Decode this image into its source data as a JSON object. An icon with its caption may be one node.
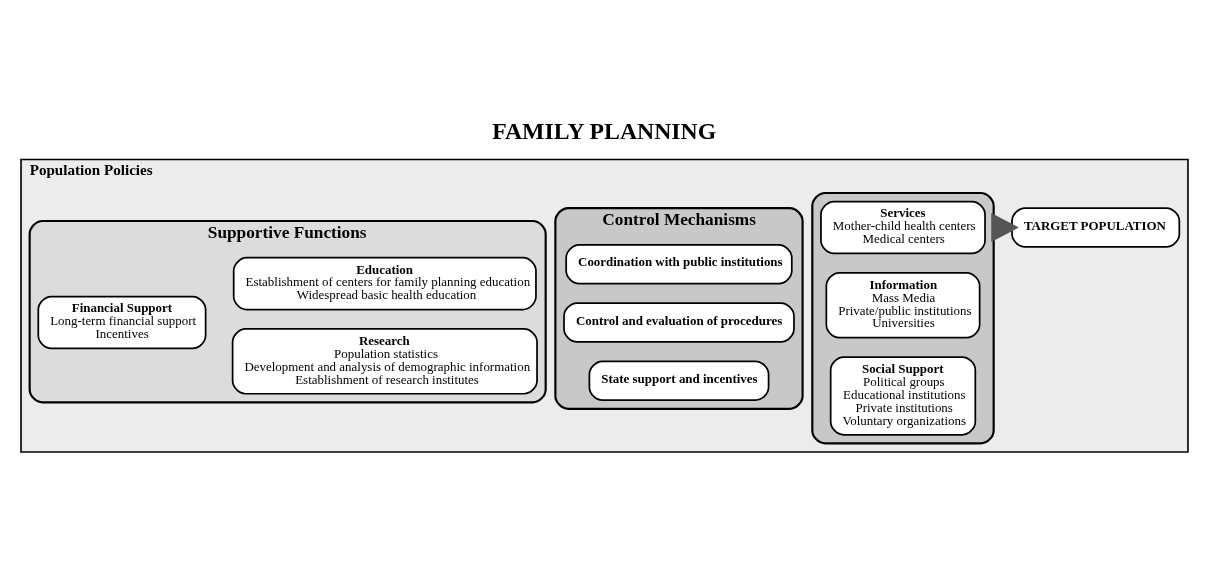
{
  "diagram": {
    "title": "FAMILY PLANNING",
    "nodes": [
      {
        "text": [
          "Population Policies"
        ]
      },
      {
        "text": [
          "Supportive Functions"
        ],
        "in": 0
      },
      {
        "text": [
          "Education",
          "Establishment of centers for family planning education",
          "Widespread basic health education"
        ],
        "in": 1
      },
      {
        "text": [
          "Financial Support",
          "Long-term financial support",
          "Incentives"
        ],
        "in": 1
      },
      {
        "text": [
          "Research",
          "Population statistics",
          "Development and analysis of demographic information",
          "Establishment of research institutes"
        ],
        "in": 1
      },
      {
        "text": [
          "Control Mechanisms"
        ],
        "in": 0
      },
      {
        "text": [
          "Coordination with public institutions"
        ],
        "in": 5
      },
      {
        "text": [
          "Control and evaluation of procedures"
        ],
        "in": 5
      },
      {
        "text": [
          "State support and incentives"
        ],
        "in": 5
      },
      {
        "text": [],
        "shape": "box",
        "in": 0
      },
      {
        "text": [
          "Services",
          "Mother-child health centers",
          "Medical centers"
        ],
        "in": 9
      },
      {
        "text": [
          "Information",
          "Mass Media",
          "Private/public institutions",
          "Universities"
        ],
        "in": 9
      },
      {
        "text": [
          "Social Support",
          "Political groups",
          "Educational institutions",
          "Private institutions",
          "Voluntary organizations"
        ],
        "in": 9
      },
      {
        "text": [
          "TARGET POPULATION"
        ],
        "in": 0
      }
    ],
    "edges": [
      {
        "from": 9,
        "to": 13,
        "arrow": "to",
        "style": "thick"
      }
    ]
  }
}
